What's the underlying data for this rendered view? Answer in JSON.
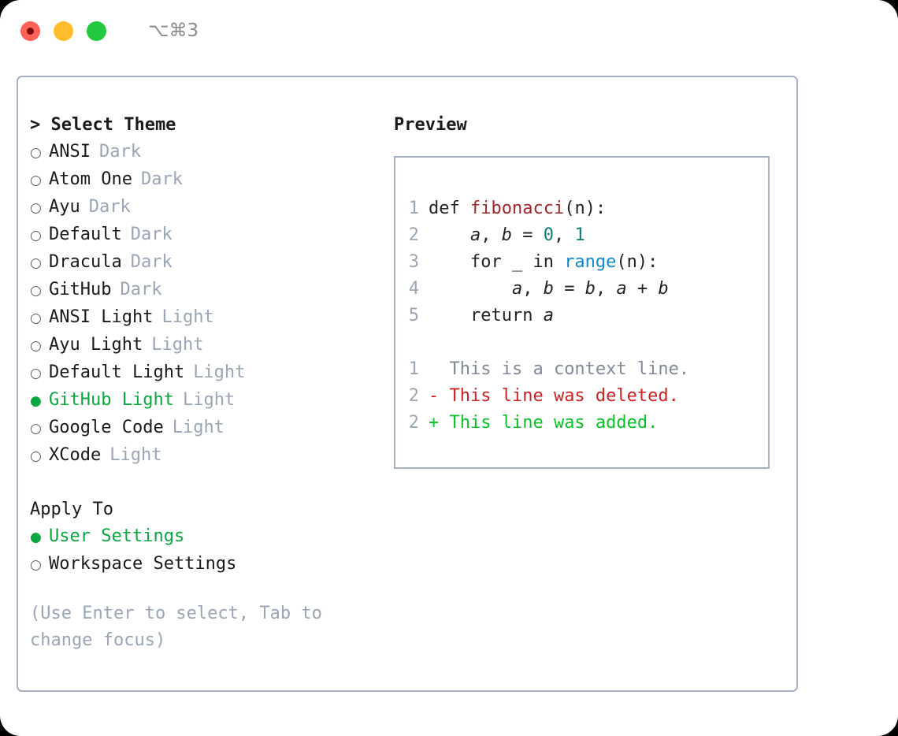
{
  "titlebar": {
    "traffic_lights": [
      "close-red",
      "minimize-yellow",
      "maximize-green"
    ],
    "shortcut": "⌥⌘3"
  },
  "theme_section": {
    "header": "> Select Theme",
    "focused": true,
    "items": [
      {
        "bullet": "○",
        "name": "ANSI",
        "badge": "Dark",
        "selected": false
      },
      {
        "bullet": "○",
        "name": "Atom One",
        "badge": "Dark",
        "selected": false
      },
      {
        "bullet": "○",
        "name": "Ayu",
        "badge": "Dark",
        "selected": false
      },
      {
        "bullet": "○",
        "name": "Default",
        "badge": "Dark",
        "selected": false
      },
      {
        "bullet": "○",
        "name": "Dracula",
        "badge": "Dark",
        "selected": false
      },
      {
        "bullet": "○",
        "name": "GitHub",
        "badge": "Dark",
        "selected": false
      },
      {
        "bullet": "○",
        "name": "ANSI Light",
        "badge": "Light",
        "selected": false
      },
      {
        "bullet": "○",
        "name": "Ayu Light",
        "badge": "Light",
        "selected": false
      },
      {
        "bullet": "○",
        "name": "Default Light",
        "badge": "Light",
        "selected": false
      },
      {
        "bullet": "●",
        "name": "GitHub Light",
        "badge": "Light",
        "selected": true
      },
      {
        "bullet": "○",
        "name": "Google Code",
        "badge": "Light",
        "selected": false
      },
      {
        "bullet": "○",
        "name": "XCode",
        "badge": "Light",
        "selected": false
      }
    ]
  },
  "apply_section": {
    "header": "Apply To",
    "focused": false,
    "items": [
      {
        "bullet": "●",
        "name": "User Settings",
        "selected": true
      },
      {
        "bullet": "○",
        "name": "Workspace Settings",
        "selected": false
      }
    ]
  },
  "hint": "(Use Enter to select, Tab to change focus)",
  "preview": {
    "title": "Preview",
    "code_lines": [
      {
        "num": "1",
        "tokens": [
          {
            "t": "def ",
            "k": "plain"
          },
          {
            "t": "fibonacci",
            "k": "fn"
          },
          {
            "t": "(n):",
            "k": "plain"
          }
        ]
      },
      {
        "num": "2",
        "tokens": [
          {
            "t": "    ",
            "k": "plain"
          },
          {
            "t": "a",
            "k": "var"
          },
          {
            "t": ", ",
            "k": "plain"
          },
          {
            "t": "b",
            "k": "var"
          },
          {
            "t": " = ",
            "k": "plain"
          },
          {
            "t": "0",
            "k": "num"
          },
          {
            "t": ", ",
            "k": "plain"
          },
          {
            "t": "1",
            "k": "num"
          }
        ]
      },
      {
        "num": "3",
        "tokens": [
          {
            "t": "    for _ in ",
            "k": "plain"
          },
          {
            "t": "range",
            "k": "call"
          },
          {
            "t": "(n):",
            "k": "plain"
          }
        ]
      },
      {
        "num": "4",
        "tokens": [
          {
            "t": "        ",
            "k": "plain"
          },
          {
            "t": "a",
            "k": "var"
          },
          {
            "t": ", ",
            "k": "plain"
          },
          {
            "t": "b",
            "k": "var"
          },
          {
            "t": " = ",
            "k": "plain"
          },
          {
            "t": "b",
            "k": "var"
          },
          {
            "t": ", ",
            "k": "plain"
          },
          {
            "t": "a",
            "k": "var"
          },
          {
            "t": " + ",
            "k": "plain"
          },
          {
            "t": "b",
            "k": "var"
          }
        ]
      },
      {
        "num": "5",
        "tokens": [
          {
            "t": "    return ",
            "k": "plain"
          },
          {
            "t": "a",
            "k": "var"
          }
        ]
      }
    ],
    "diff_lines": [
      {
        "num": "1",
        "marker": " ",
        "text": " This is a context line.",
        "kind": "ctx"
      },
      {
        "num": "2",
        "marker": "-",
        "text": " This line was deleted.",
        "kind": "del"
      },
      {
        "num": "2",
        "marker": "+",
        "text": " This line was added.",
        "kind": "add"
      }
    ]
  },
  "colors": {
    "accent_green": "#0aa63f",
    "border": "#a7b0c0",
    "badge_gray": "#9aa5b6",
    "diff_delete": "#cc2222",
    "diff_add": "#08c426",
    "syntax_function": "#a3242a",
    "syntax_number": "#0e7c77",
    "syntax_call": "#1189cf"
  }
}
